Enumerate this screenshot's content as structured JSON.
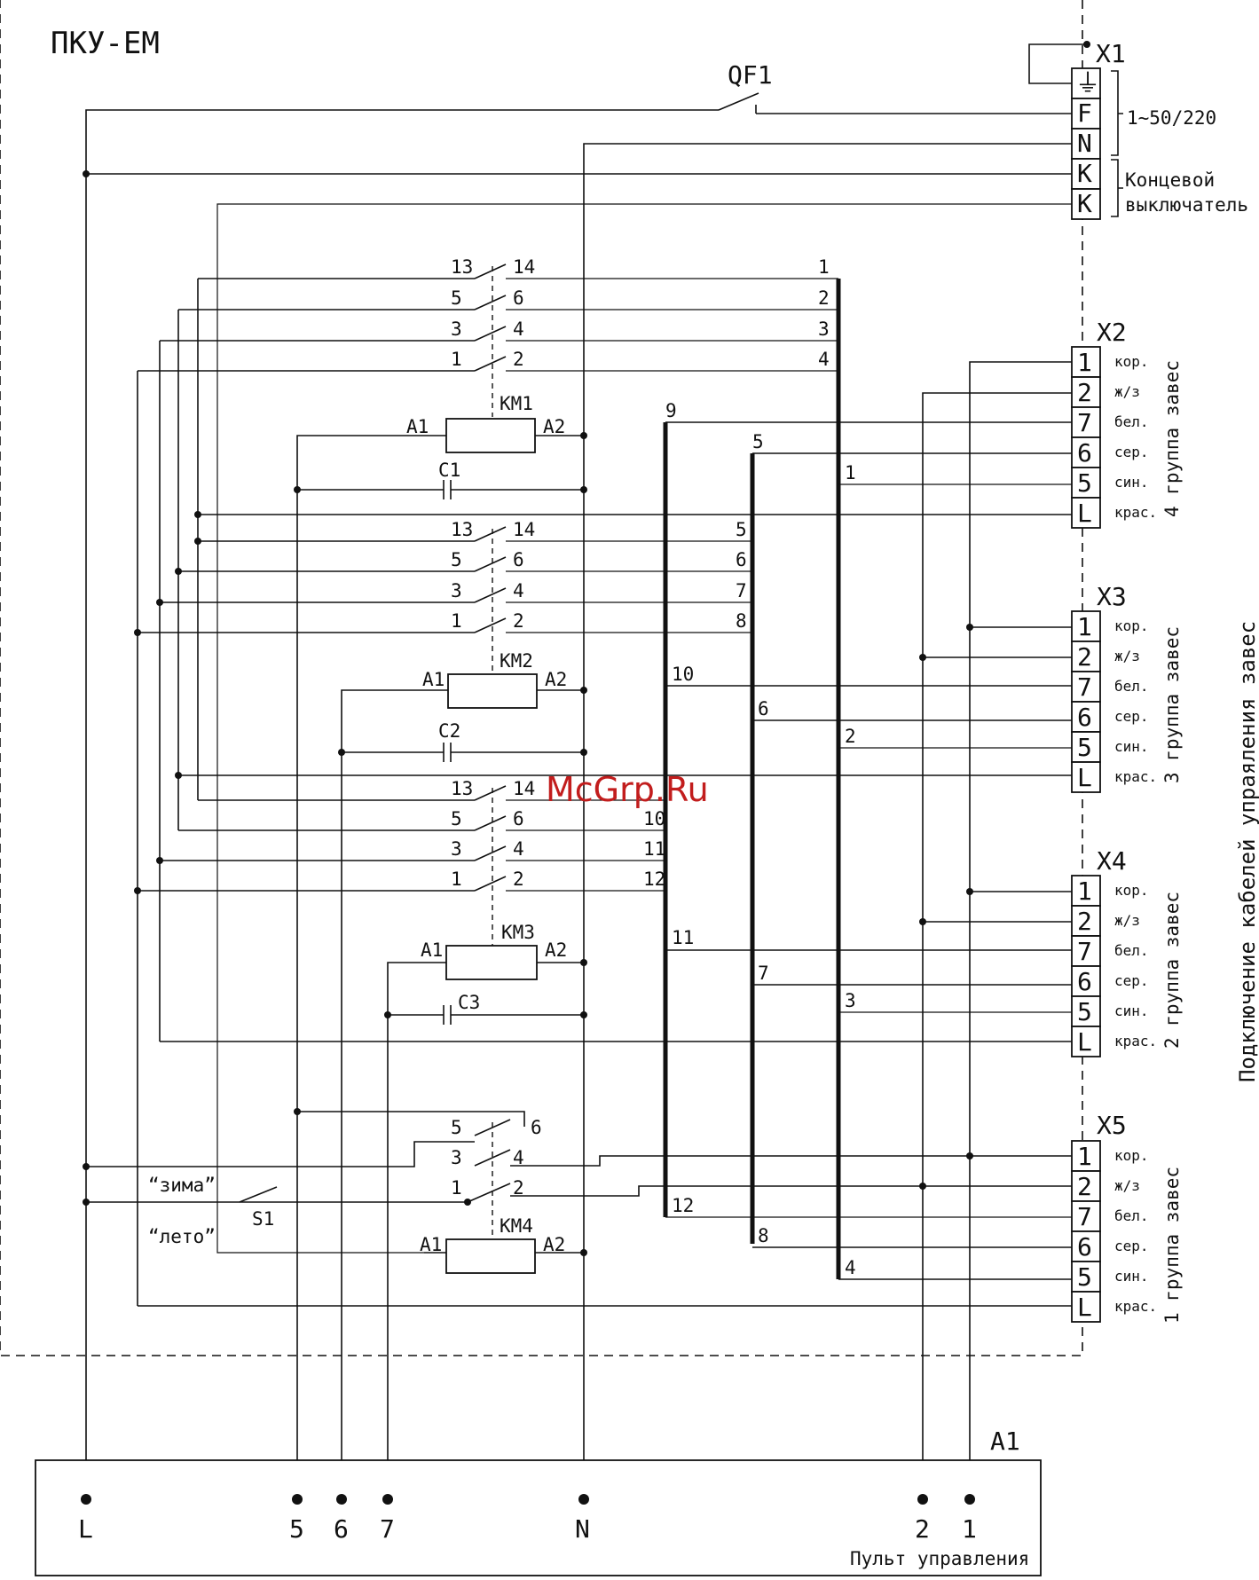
{
  "title": "ПКУ-ЕМ",
  "watermark": "McGrp.Ru",
  "breaker": "QF1",
  "switch": "S1",
  "switch_winter": "“зима”",
  "switch_summer": "“лето”",
  "x1": {
    "name": "X1",
    "terms": [
      "⏚",
      "F",
      "N",
      "K",
      "K"
    ],
    "supply": "1~50/220",
    "limit1": "Концевой",
    "limit2": "выключатель"
  },
  "contactors": {
    "names": [
      "KM1",
      "KM2",
      "KM3",
      "KM4"
    ],
    "caps": [
      "C1",
      "C2",
      "C3"
    ],
    "a1": "A1",
    "a2": "A2"
  },
  "pins": {
    "p13": "13",
    "p14": "14",
    "p5": "5",
    "p6": "6",
    "p3": "3",
    "p4": "4",
    "p1": "1",
    "p2": "2"
  },
  "bus_labels": {
    "b1": "1",
    "b2": "2",
    "b3": "3",
    "b4": "4",
    "b5": "5",
    "b6": "6",
    "b7": "7",
    "b8": "8",
    "b9": "9",
    "b10": "10",
    "b11": "11",
    "b12": "12"
  },
  "out_terms": [
    "1",
    "2",
    "7",
    "6",
    "5",
    "L"
  ],
  "wire_colors": [
    "кор.",
    "ж/з",
    "бел.",
    "сер.",
    "син.",
    "крас."
  ],
  "groups": [
    {
      "name": "X2",
      "label": "4 группа завес"
    },
    {
      "name": "X3",
      "label": "3 группа завес"
    },
    {
      "name": "X4",
      "label": "2 группа завес"
    },
    {
      "name": "X5",
      "label": "1 группа завес"
    }
  ],
  "side_label": "Подключение кабелей упраяления завес",
  "panel": {
    "name": "A1",
    "caption": "Пульт управления",
    "terms": [
      "L",
      "5",
      "6",
      "7",
      "N",
      "2",
      "1"
    ]
  }
}
